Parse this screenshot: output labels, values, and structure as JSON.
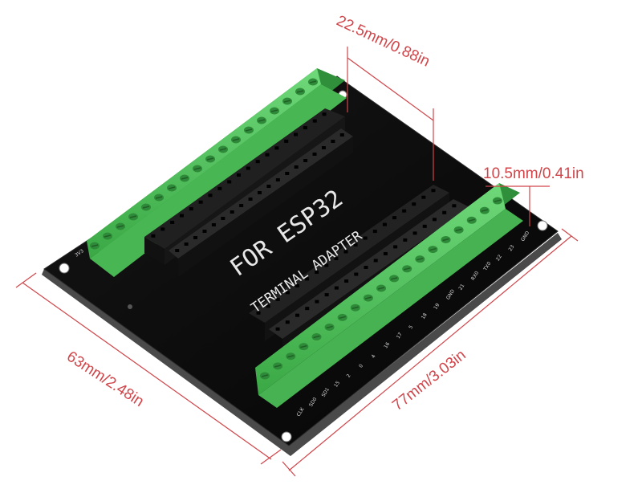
{
  "board": {
    "title": "FOR ESP32",
    "subtitle": "TERMINAL ADAPTER",
    "colors": {
      "pcb": "#0c0c0c",
      "pcb_edge": "#3a3a3a",
      "terminal_green": "#4fc45a",
      "terminal_dark": "#2f8f3a",
      "header_black": "#1a1a1a",
      "dimension_red": "#d0454a"
    }
  },
  "dimensions": {
    "top_gap": "22.5mm/0.88in",
    "header_height": "10.5mm/0.41in",
    "width": "63mm/2.48in",
    "length": "77mm/3.03in"
  },
  "pin_labels": {
    "corner": "3V3",
    "front_row": [
      "CLK",
      "SD0",
      "SD1",
      "15",
      "2",
      "0",
      "4",
      "16",
      "17",
      "5",
      "18",
      "19",
      "GND",
      "21",
      "RX0",
      "TX0",
      "22",
      "23",
      "GND"
    ]
  }
}
